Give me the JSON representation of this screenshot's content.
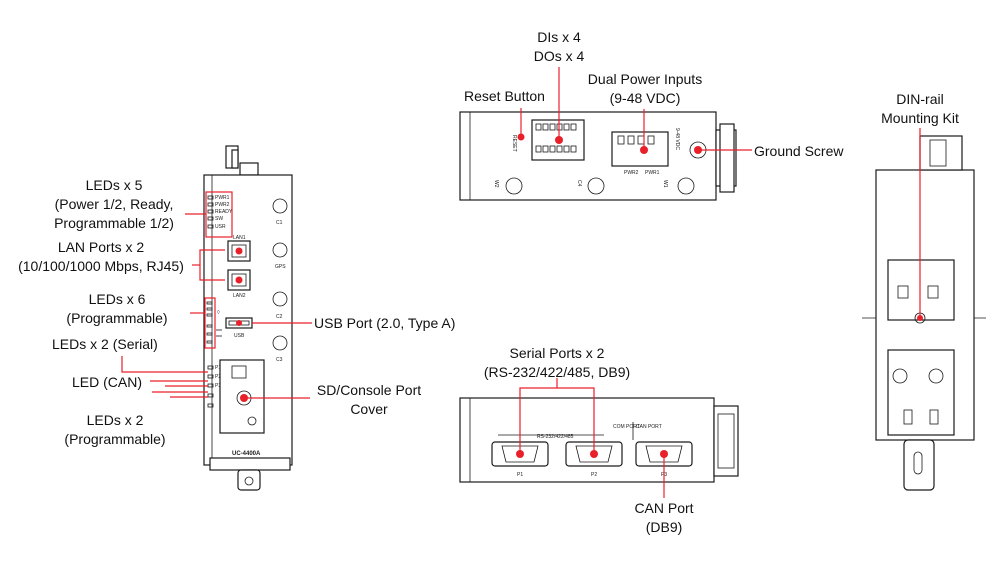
{
  "callouts": {
    "leds_power": [
      "LEDs x 5",
      "(Power 1/2, Ready,",
      "Programmable 1/2)"
    ],
    "lan_ports": [
      "LAN Ports x 2",
      "(10/100/1000 Mbps, RJ45)"
    ],
    "leds_prog6": [
      "LEDs x 6",
      "(Programmable)"
    ],
    "leds_serial": "LEDs x 2 (Serial)",
    "led_can": "LED (CAN)",
    "leds_prog2": [
      "LEDs x 2",
      "(Programmable)"
    ],
    "usb_port": "USB Port (2.0, Type A)",
    "sd_console": [
      "SD/Console Port",
      "Cover"
    ],
    "dio": [
      "DIs x 4",
      "DOs x 4"
    ],
    "reset": "Reset Button",
    "power": [
      "Dual Power Inputs",
      "(9-48 VDC)"
    ],
    "ground": "Ground Screw",
    "din_rail": [
      "DIN-rail",
      "Mounting Kit"
    ],
    "serial_ports": [
      "Serial Ports x 2",
      "(RS-232/422/485, DB9)"
    ],
    "can_port": [
      "CAN Port",
      "(DB9)"
    ]
  },
  "device_labels": {
    "model": "UC-4400A",
    "lan1": "LAN1",
    "lan2": "LAN2",
    "usb": "USB",
    "gps": "GPS",
    "c1": "C1",
    "c2": "C2",
    "c3": "C3",
    "c4": "C4",
    "w1": "W1",
    "w2": "W2",
    "led_pwr1": "PWR1",
    "led_pwr2": "PWR2",
    "led_ready": "READY",
    "led_sw": "SW",
    "led_usr": "USR",
    "p1": "P1",
    "p2": "P2",
    "p3": "P3",
    "reset": "RESET",
    "rs_label": "RS-232/422/485",
    "com_port": "COM PORT",
    "can_port": "CAN PORT",
    "pwr1": "PWR1",
    "pwr2": "PWR2",
    "vdc": "9-48 VDC"
  },
  "colors": {
    "accent": "#e8202a",
    "line": "#1a1a1a"
  }
}
